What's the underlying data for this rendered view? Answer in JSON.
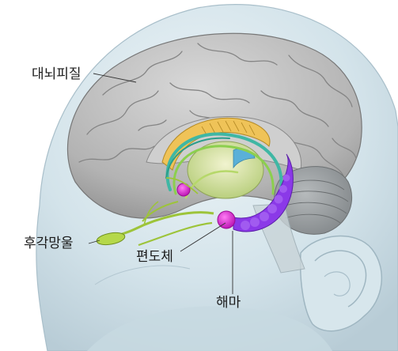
{
  "labels": {
    "cerebral_cortex": "대뇌피질",
    "olfactory_bulb": "후각망울",
    "amygdala": "편도체",
    "hippocampus": "해마"
  },
  "colors": {
    "head": "#c9dde6",
    "cortex": "#a9a9a9",
    "cerebellum": "#8e9396",
    "fornix_gold": "#e9b84a",
    "thalamus_green": "#c8d987",
    "cingulum_teal": "#3fb7a4",
    "olfactory": "#9dc43a",
    "amygdala": "#d61ad0",
    "hippocampus": "#8b39e8",
    "leader_line": "#333333"
  }
}
